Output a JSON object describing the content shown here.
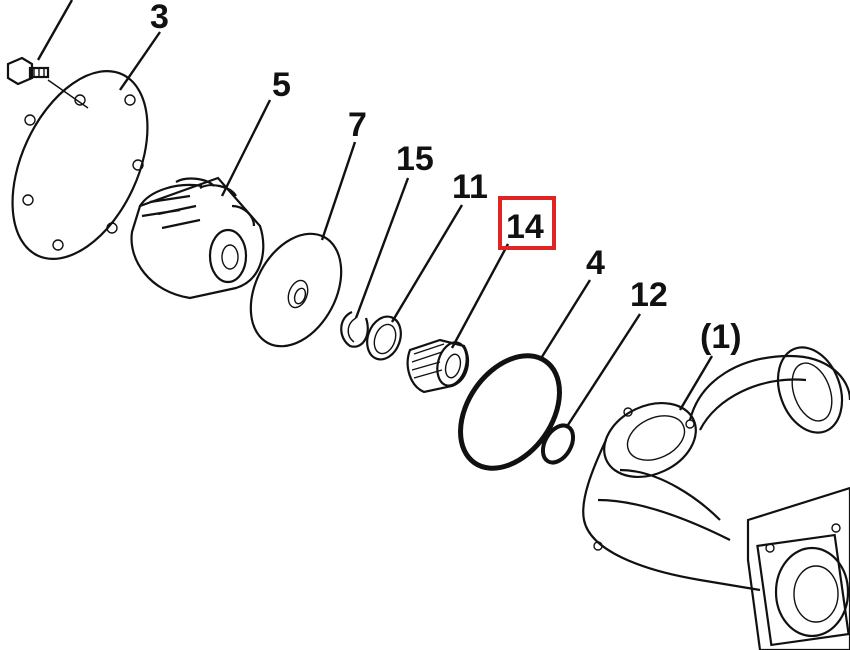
{
  "diagram": {
    "labels": {
      "p3": "3",
      "p5": "5",
      "p7": "7",
      "p15": "15",
      "p11": "11",
      "p14": "14",
      "p4": "4",
      "p12": "12",
      "p1": "(1)"
    },
    "highlighted_part": "14",
    "highlight_color": "#e02424"
  }
}
